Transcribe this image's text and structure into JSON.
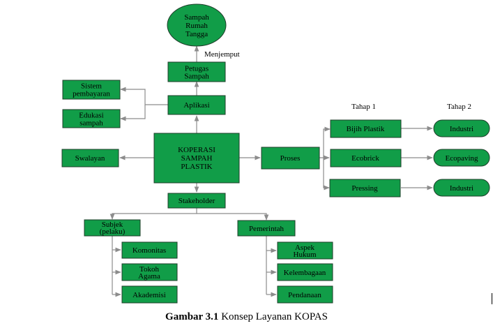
{
  "nodes": {
    "sampah_rumah_tangga": "Sampah\nRumah\nTangga",
    "petugas_sampah": "Petugas\nSampah",
    "aplikasi": "Aplikasi",
    "sistem_pembayaran": "Sistem\npembayaran",
    "edukasi_sampah": "Edukasi\nsampah",
    "swalayan": "Swalayan",
    "koperasi": "KOPERASI\nSAMPAH\nPLASTIK",
    "proses": "Proses",
    "bijih_plastik": "Bijih Plastik",
    "ecobrick": "Ecobrick",
    "pressing": "Pressing",
    "industri_1": "Industri",
    "ecopaving": "Ecopaving",
    "industri_2": "Industri",
    "stakeholder": "Stakeholder",
    "subjek": "Subjek\n(pelaku)",
    "pemerintah": "Pemerintah",
    "komonitas": "Komonitas",
    "tokoh_agama": "Tokoh\nAgama",
    "akademisi": "Akademisi",
    "aspek_hukum": "Aspek\nHukum",
    "kelembagaan": "Kelembagaan",
    "pendanaan": "Pendanaan"
  },
  "labels": {
    "menjemput": "Menjemput",
    "tahap1": "Tahap 1",
    "tahap2": "Tahap 2"
  },
  "caption": {
    "number": "Gambar 3.1",
    "text": " Konsep Layanan KOPAS"
  },
  "colors": {
    "node_fill": "#119d48",
    "node_border": "#1f3d2a",
    "connector": "#8c8c8c"
  }
}
